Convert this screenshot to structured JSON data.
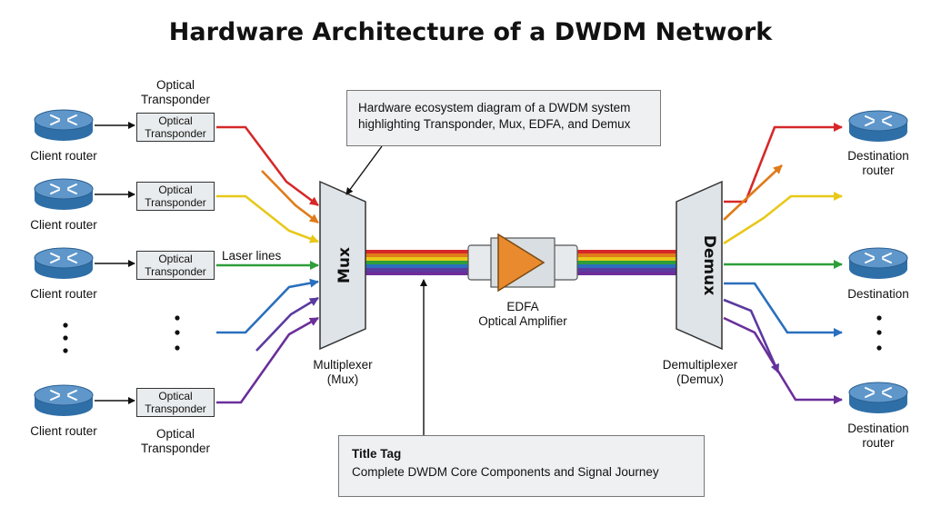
{
  "title": "Hardware Architecture of a DWDM Network",
  "clients": [
    {
      "label": "Client router"
    },
    {
      "label": "Client router"
    },
    {
      "label": "Client router"
    },
    {
      "label": "Client router"
    }
  ],
  "transponders": {
    "header_top": "Optical\nTransponder",
    "header_bottom": "Optical\nTransponder",
    "box_label": "Optical\nTransponder"
  },
  "laser_lines_label": "Laser lines",
  "mux": {
    "label": "Mux",
    "caption": "Multiplexer\n(Mux)"
  },
  "demux": {
    "label": "Demux",
    "caption": "Demultiplexer\n(Demux)"
  },
  "edfa": {
    "caption": "EDFA\nOptical Amplifier"
  },
  "destinations": [
    {
      "label": "Destination\nrouter"
    },
    {
      "label": "Destination"
    },
    {
      "label": "Destination\nrouter"
    }
  ],
  "callout_top": "Hardware ecosystem diagram of a DWDM system\nhighlighting Transponder, Mux, EDFA, and Demux",
  "callout_bottom": {
    "heading": "Title Tag",
    "text": "Complete DWDM Core Components and Signal Journey"
  },
  "colors": {
    "wavelengths": [
      "#d62828",
      "#e07b1a",
      "#e8c818",
      "#2e9e3a",
      "#2a6fbd",
      "#5b3aa0",
      "#6b2e9a"
    ],
    "router_body": "#2f6fa8",
    "router_top": "#6fa5d4",
    "mux_fill": "#dfe4e8",
    "edfa_fill": "#e98a2e"
  }
}
